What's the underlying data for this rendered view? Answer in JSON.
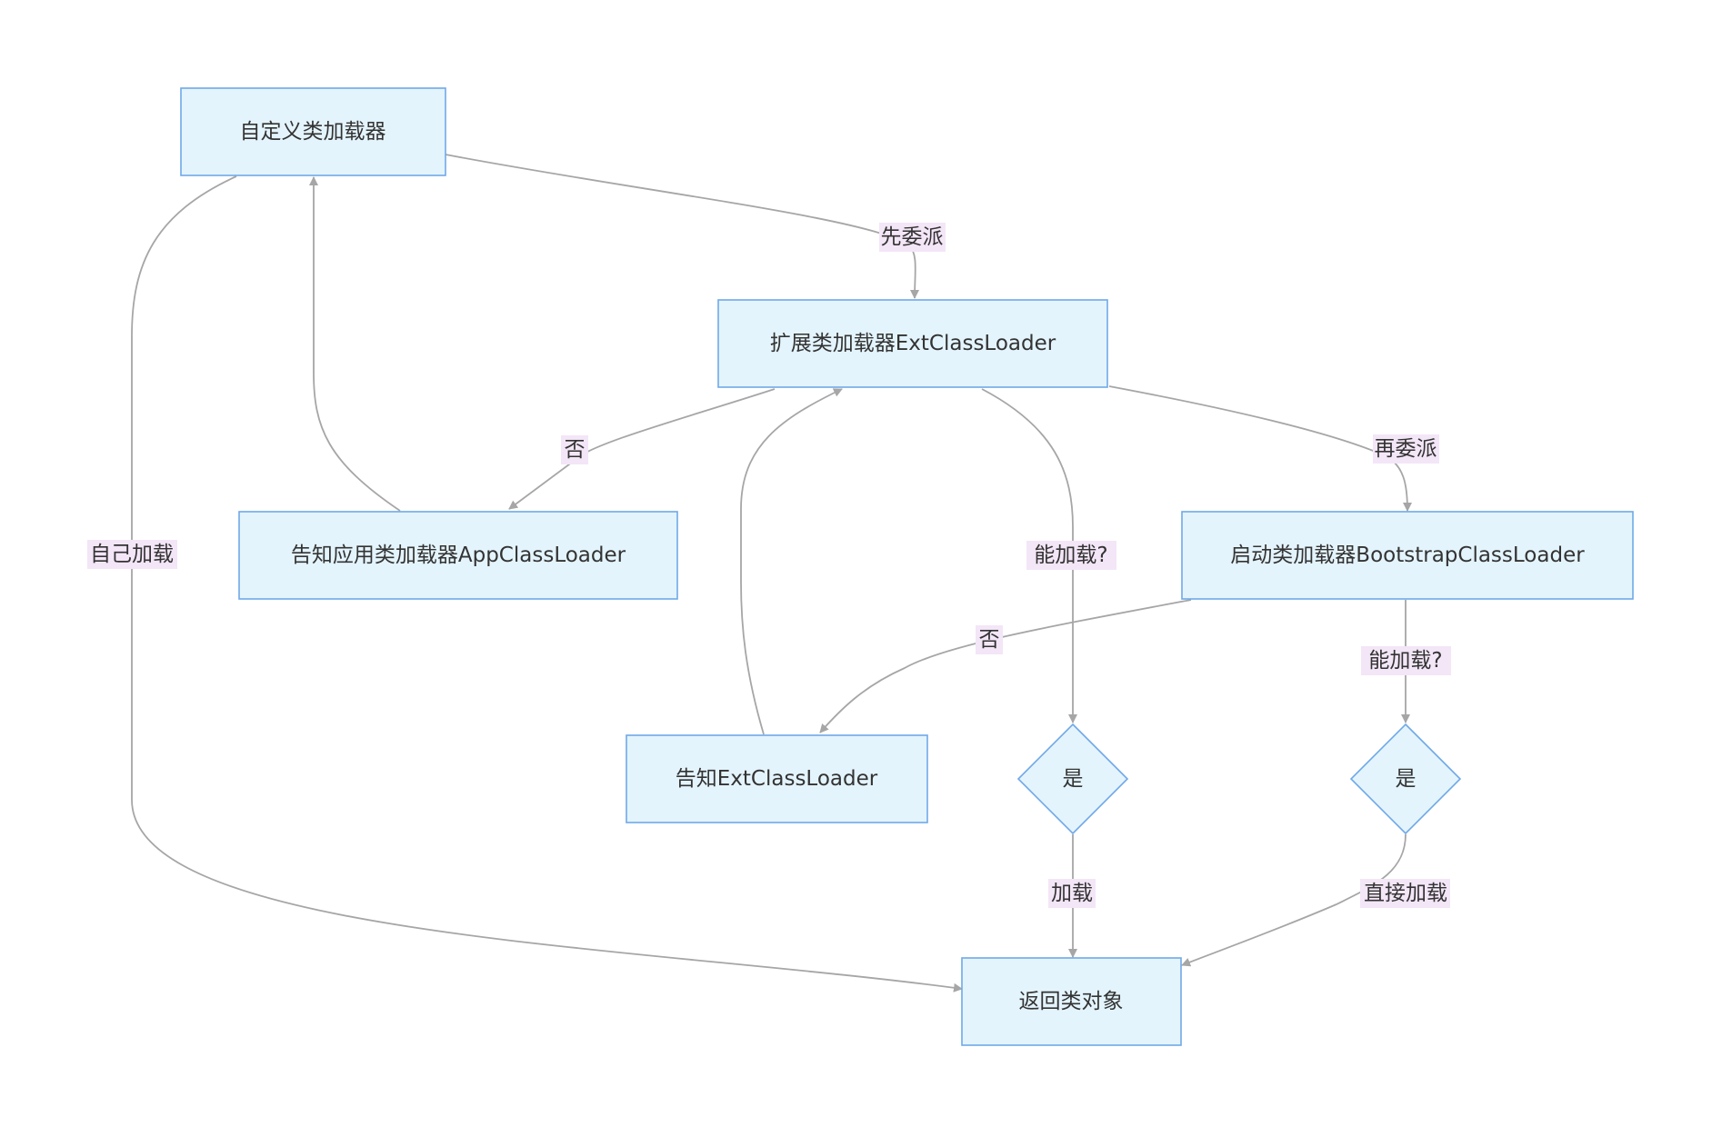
{
  "nodes": {
    "custom_loader": "自定义类加载器",
    "ext_loader": "扩展类加载器ExtClassLoader",
    "notify_app": "告知应用类加载器AppClassLoader",
    "bootstrap_loader": "启动类加载器BootstrapClassLoader",
    "notify_ext": "告知ExtClassLoader",
    "yes_ext": "是",
    "yes_bootstrap": "是",
    "return_class": "返回类对象"
  },
  "edges": {
    "first_delegate": "先委派",
    "no_ext": "否",
    "redelegate": "再委派",
    "can_load_ext": "能加载?",
    "self_load": "自己加载",
    "no_bootstrap": "否",
    "can_load_bootstrap": "能加载?",
    "load": "加载",
    "direct_load": "直接加载"
  },
  "colors": {
    "node_fill": "#e4f4fc",
    "node_stroke": "#6fa8e8",
    "edge_stroke": "#a6a6a6",
    "label_bg": "#f3e6f7",
    "text": "#333333"
  }
}
